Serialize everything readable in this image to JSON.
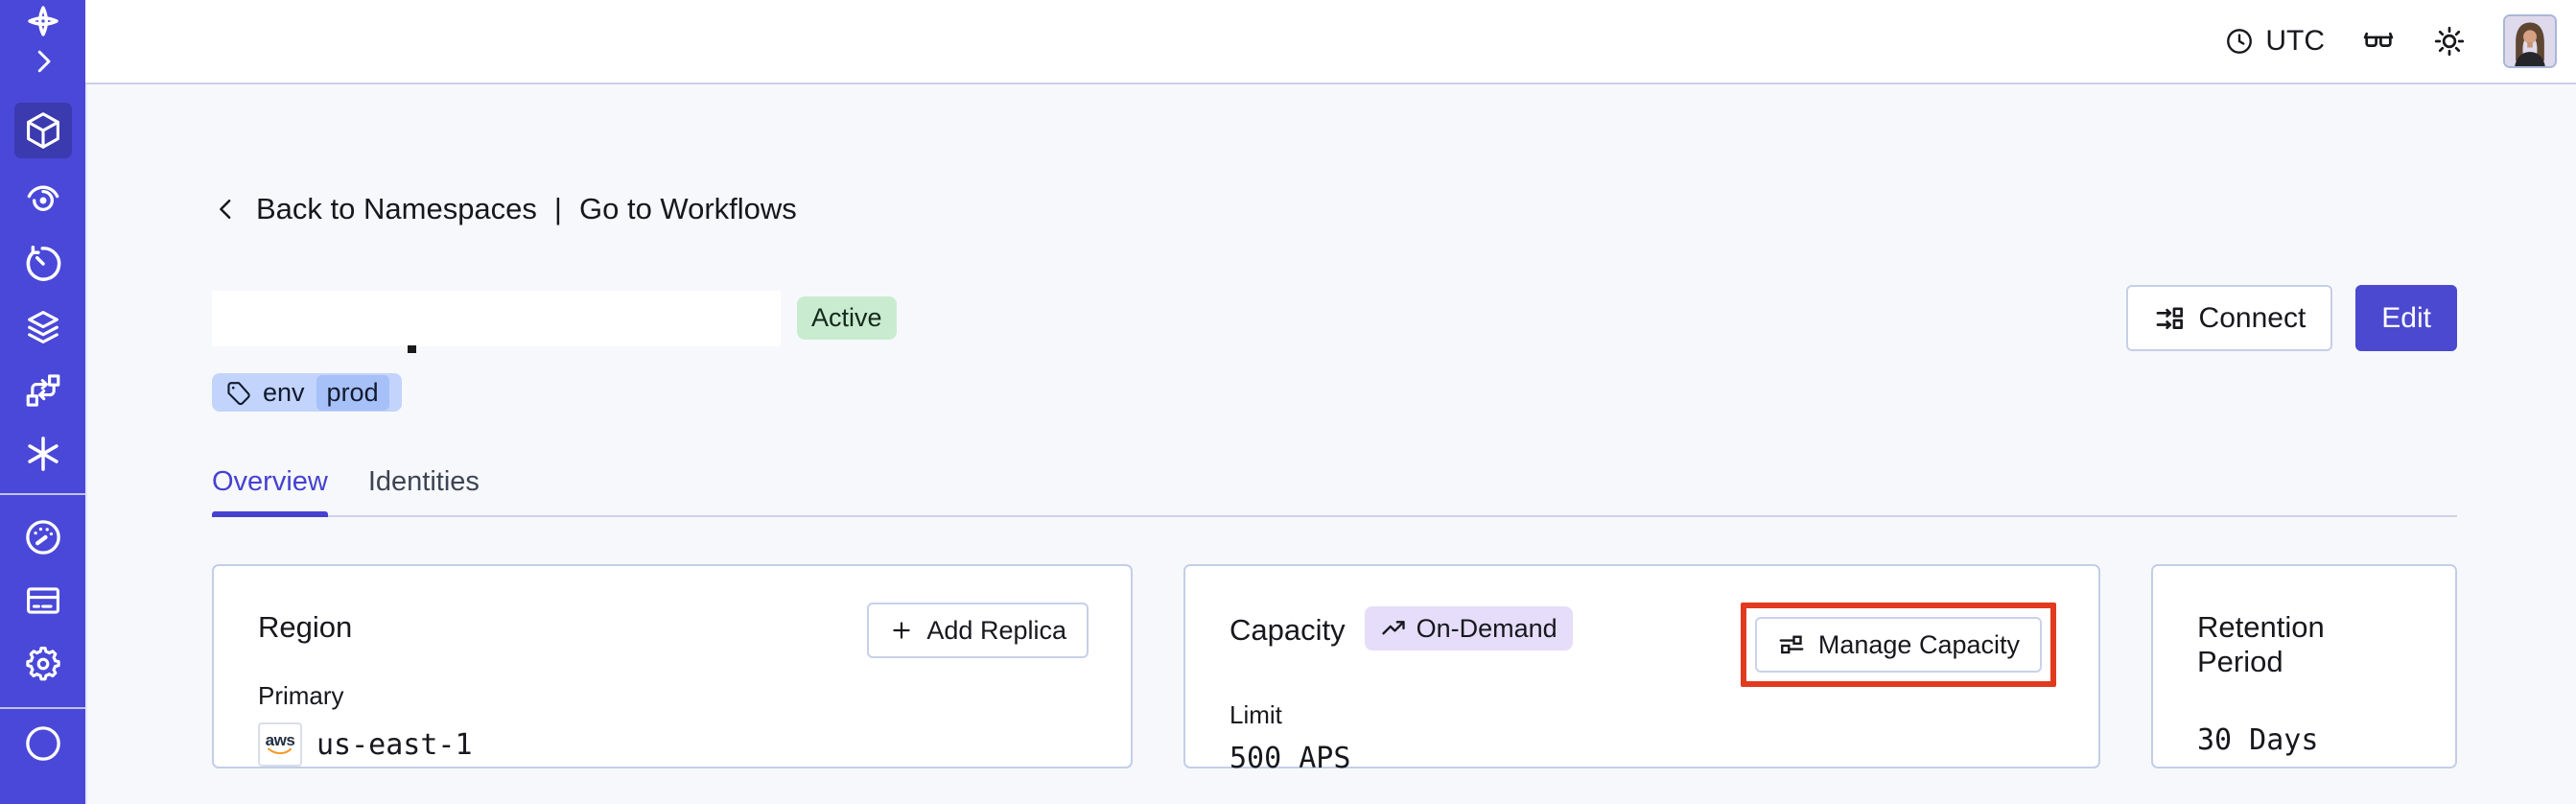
{
  "topbar": {
    "timezone": "UTC"
  },
  "sidebar": {
    "items": [
      {
        "icon": "temporal-logo-icon"
      },
      {
        "icon": "chevron-right-icon"
      },
      {
        "icon": "namespaces-cube-icon",
        "active": true
      },
      {
        "icon": "nexus-spiral-icon"
      },
      {
        "icon": "history-clock-icon"
      },
      {
        "icon": "layers-icon"
      },
      {
        "icon": "swap-branch-icon"
      },
      {
        "icon": "asterisk-icon"
      },
      {
        "icon": "usage-gauge-icon"
      },
      {
        "icon": "billing-card-icon"
      },
      {
        "icon": "settings-gear-icon"
      },
      {
        "icon": "support-circle-icon"
      }
    ]
  },
  "breadcrumb": {
    "back_label": "Back to Namespaces",
    "separator": "|",
    "forward_label": "Go to Workflows"
  },
  "namespace": {
    "status": "Active",
    "tag": {
      "key": "env",
      "value": "prod"
    }
  },
  "actions": {
    "connect": "Connect",
    "edit": "Edit"
  },
  "tabs": {
    "items": [
      {
        "label": "Overview",
        "active": true
      },
      {
        "label": "Identities",
        "active": false
      }
    ]
  },
  "cards": {
    "region": {
      "title": "Region",
      "add_replica": "Add Replica",
      "primary_label": "Primary",
      "provider": "aws",
      "value": "us-east-1"
    },
    "capacity": {
      "title": "Capacity",
      "badge": "On-Demand",
      "manage_button": "Manage Capacity",
      "limit_label": "Limit",
      "value": "500 APS"
    },
    "retention": {
      "title": "Retention Period",
      "value": "30 Days"
    }
  },
  "annotation": {
    "highlight_target": "Manage Capacity button",
    "highlight_color": "#E23A1E"
  },
  "colors": {
    "sidebar": "#4A48D8",
    "sidebar_active": "#3B3AAF",
    "accent": "#4642D1",
    "edit_button": "#4A49CF",
    "active_badge_bg": "#C9ECD1",
    "tag_bg": "#C2D4FB",
    "tag_inner_bg": "#A6C0F8",
    "on_demand_bg": "#E5DDFA",
    "aws_orange": "#F7981F"
  }
}
